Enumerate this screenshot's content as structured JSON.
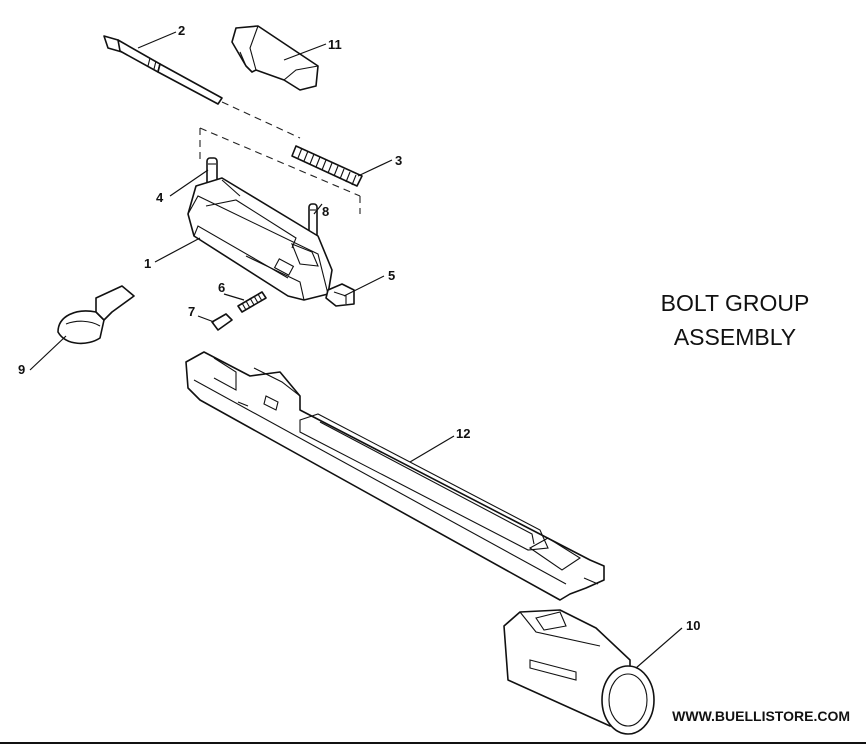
{
  "title": {
    "line1": "BOLT GROUP",
    "line2": "ASSEMBLY"
  },
  "website": "WWW.BUELLISTORE.COM",
  "callouts": [
    "1",
    "2",
    "3",
    "4",
    "5",
    "6",
    "7",
    "8",
    "9",
    "10",
    "11",
    "12"
  ]
}
